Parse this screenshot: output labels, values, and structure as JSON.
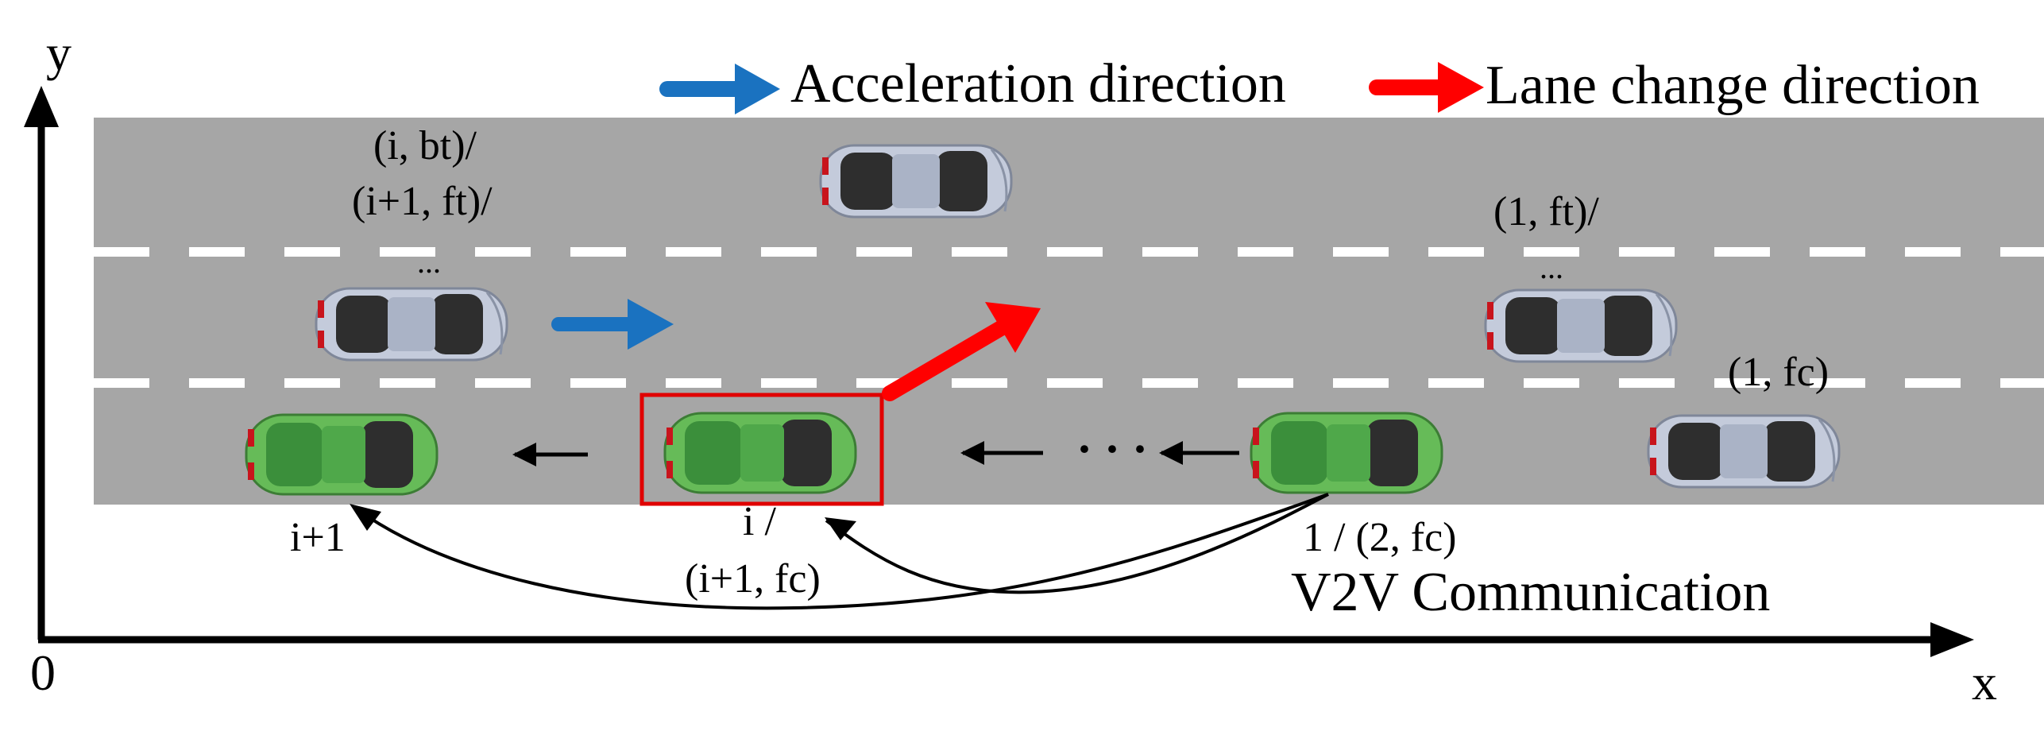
{
  "axes": {
    "x_label": "x",
    "y_label": "y",
    "origin_label": "0"
  },
  "legend": {
    "acceleration": {
      "label": "Acceleration direction",
      "color": "#1a72c0",
      "icon": "blue-arrow-icon"
    },
    "lane_change": {
      "label": "Lane change direction",
      "color": "#ff0000",
      "icon": "red-arrow-icon"
    }
  },
  "road": {
    "color": "#a6a6a6",
    "lanes": 3,
    "marking_color": "#ffffff",
    "marking_style": "dashed"
  },
  "vehicle_labels": {
    "rear_top_1": "(i, bt)/",
    "rear_top_2": "(i+1, ft)/",
    "rear_top_dots": "...",
    "front_top_1": "(1, ft)/",
    "front_top_dots": "...",
    "front_current": "(1, fc)",
    "follower": "i+1",
    "ego_1": "i /",
    "ego_2": "(i+1, fc)",
    "leader": "1 / (2, fc)"
  },
  "platoon": {
    "ellipsis": "· · ·",
    "vehicle_color": "#5cb85c",
    "highlight_color": "#e00000"
  },
  "communication": {
    "label": "V2V Communication"
  },
  "other_vehicle_color": "#b8c2d6"
}
